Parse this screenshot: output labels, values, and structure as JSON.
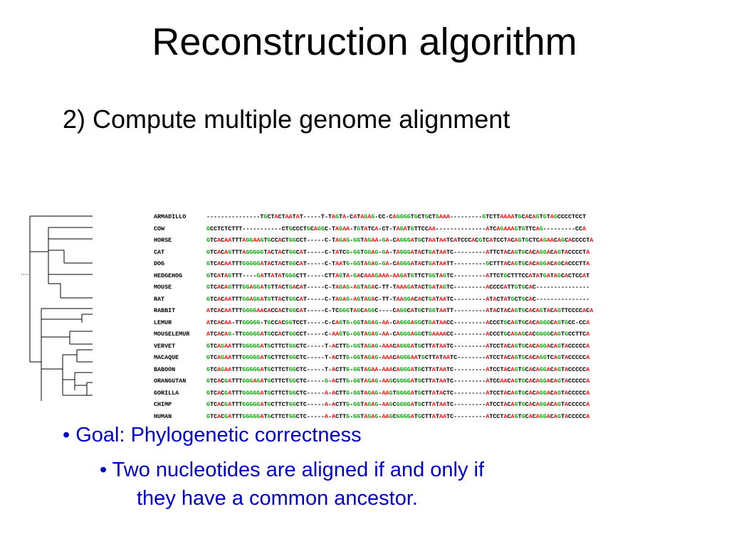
{
  "slide": {
    "title": "Reconstruction algorithm",
    "subtitle": "2) Compute multiple genome alignment",
    "bullet1": "• Goal: Phylogenetic correctness",
    "bullet2_line1": "• Two nucleotides are aligned if and only if",
    "bullet2_line2": "they have a common ancestor."
  },
  "alignment": {
    "base_colors": {
      "A": "#ff0000",
      "C": "#000000",
      "G": "#00aa00",
      "T": "#000000",
      "-": "#000000"
    },
    "rows": [
      {
        "species": "ARMADILLO",
        "sequence": "---------------TGCTACTAATAT-----T-TAGTA-CATAGAG-CC-CAGGGGTGCTGCTGAAA---------GTCTTAAAATGCACAGTGTAGCCCCTCCT"
      },
      {
        "species": "COW",
        "sequence": "GCCTCTCTTT-----------CTGCCCTGCAGGC-TAGAA-TGTATCA-CT-TAGATGTTCCAA--------------ATCAGAAAGTGTTCAG---------CCA"
      },
      {
        "species": "HORSE",
        "sequence": "GTCACAATTTAGGAAGTGCCACTGGCCT-----C-TAGAG-GGTAGAA-GA-CAGGGATGCTAATAATCATCCCACGTCATCCTACAGTGCTCAGAACAGCACCCCTA"
      },
      {
        "species": "CAT",
        "sequence": "GTCACAGTTTAGGGGGTACTACTGGCAT-----C-TATCG-GGTGGAG-GA-TAGGGATACTGATAATC---------ATTCTACAGTGCACAGGACAGTACCCCTA"
      },
      {
        "species": "DOG",
        "sequence": "GTCACAATTTGGGGGATACTACTGGCAT-----C-TAATG-GGTAGAG-GA-CAGGGATACTGATAATT---------GCTTTACAGTGCACAGGACAGCACCCTTA"
      },
      {
        "species": "HEDGEHOG",
        "sequence": "GTCATAGTTT----GATTATATGGGCTT-----CTTAGTA-GACAAAGAAA-AAGATGTTCTGGTAGTC---------ATTCTGCTTTCCATATGATAGCACTCCAT"
      },
      {
        "species": "MOUSE",
        "sequence": "GTCACAGTTTGGAGGATGTTACTGACAT-----C-TAGAG-AGTAGAC-TT-TAAAGATACTGATAGTC---------ACCCCATTGTGCAC---------------"
      },
      {
        "species": "RAT",
        "sequence": "GTCACAATTTGGAGGATGTTACTGGCAT-----C-TAGAG-AGTAGAC-TT-TAAGGACACTGATAATC---------ATACTATGCTGCAC---------------"
      },
      {
        "species": "RABBIT",
        "sequence": "ATCACAATTTGGGGAACACCACTGGCAT-----C-TCGGGTAGCAGGC----CAGGCATGCTGGTAATT---------ATACTACAGTGCACAGTACAGTTCCCCACA"
      },
      {
        "species": "LEMUR",
        "sequence": "ATCACAA-TTGGGGG-TGCCACGGTCCT-----C-CAGTG-GGTAGAG-AA-CAGGGAGGCTGATAACC---------ACCCTGCAGTGCACAGGGCAGTGCC-CCA"
      },
      {
        "species": "MOUSELEMUR",
        "sequence": "ATCACAG-TTGGGGGATGCCACTGGCCT-----C-AAGTG-GGTAGAG-AA-CAGGGAGGCTGAAAACC---------ACCCTGCAGAGCACGGGGCAGTGCCTTCA"
      },
      {
        "species": "VERVET",
        "sequence": "GTCAGAATTTGGGGGATGCTTCTGGCTC-----T-ACTTG-GGTAGAG-AAACAGGGATGCTTATAATC---------ATCCTACAGTGCACAGGACAGTACCCCCA"
      },
      {
        "species": "MACAQUE",
        "sequence": "GTCAGAATTTGGGGGATGCTTCTGGCTC-----T-ACTTG-GGTAGAG-AAACAGGGAATGCTTATAATC--------ATCCTACAGTGCACAGGTCAGTACCCCCA"
      },
      {
        "species": "BABOON",
        "sequence": "GTCAGAATTTGGGGGATGCTTCTGGCTC-----T-ACTTG-GGTAGAA-AAACAGGGATGCTTATAATC---------ATCCTACAGTGCACAGGACAGTACCCCCA"
      },
      {
        "species": "ORANGUTAN",
        "sequence": "GTCACGATTTGGGAGATGCTTCTGGCTC-----G-ACTTG-GGTAGAG-AAGCGGGGATGCTTATAATC---------ATCCAACAGTGCACAGGACAGTACCCCCA"
      },
      {
        "species": "GORILLA",
        "sequence": "GTCACGATTTGGGGGATGCTTCTGGCTC-----A-ACTTG-GGTAGAG-AAGTGGGGATGCTTATACTC---------ATCCTACAGTGCACAGGACAGTACCCCCA"
      },
      {
        "species": "CHIMP",
        "sequence": "GTCACGATTTGGGGGATGCTTCTGGCTC-----A-ACTTG-GGTAGAG-AAGCGGGGATGCTTATAATC---------ATCCTACAGTGCACAGGACAGTACCCCCA"
      },
      {
        "species": "HUMAN",
        "sequence": "GTCACGATTTGGGGGATGCTTCTGGCTC-----A-ACTTG-GGTAGAG-AAGCGGGGATGCTTATAATC---------ATCCTACAGTGCACAGGACAGTACCCCCA"
      }
    ]
  }
}
